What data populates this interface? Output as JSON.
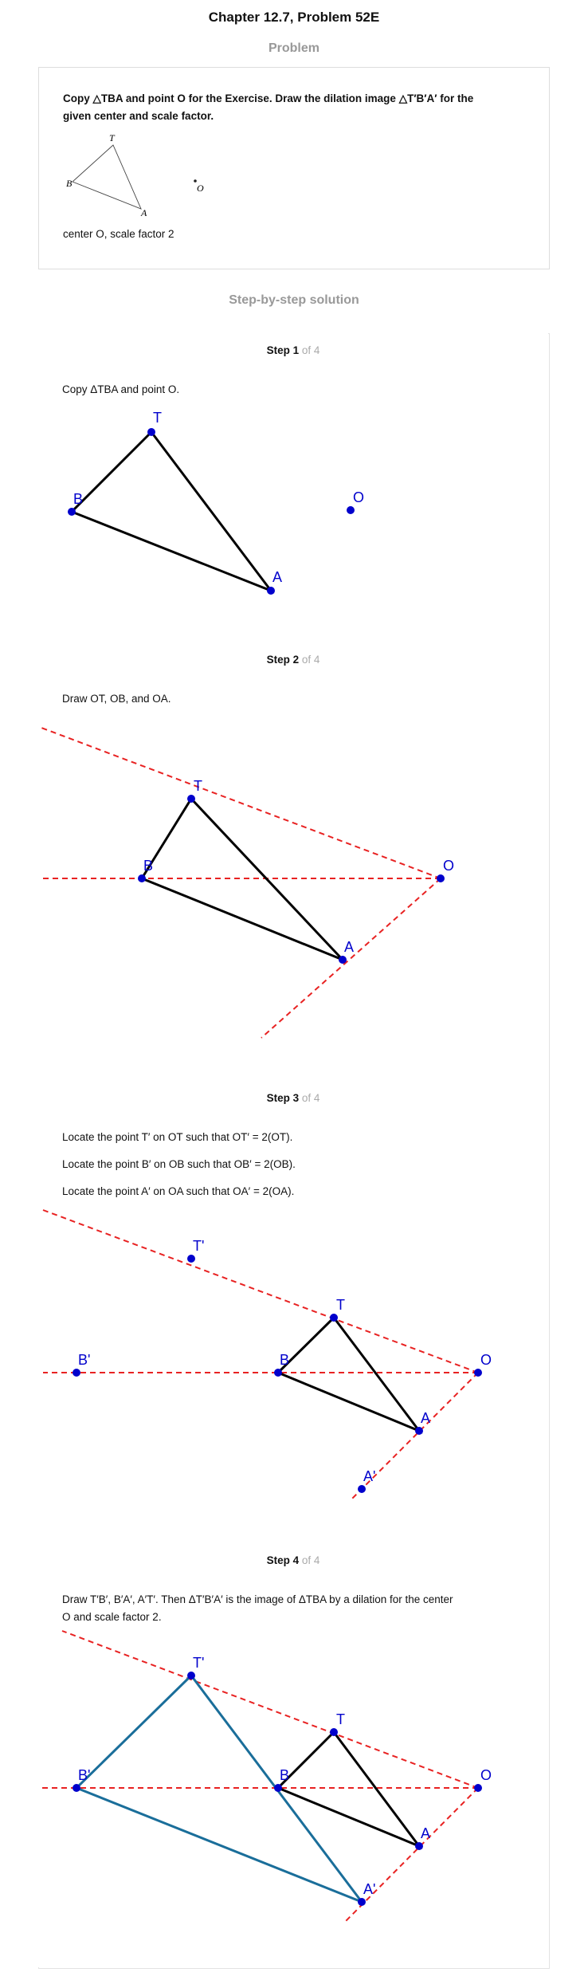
{
  "page": {
    "title": "Chapter 12.7, Problem 52E"
  },
  "problem": {
    "heading": "Problem",
    "text_line1": "Copy △TBA and point O for the Exercise. Draw the dilation image △T′B′A′ for the",
    "text_line2": "given center and scale factor.",
    "figure_labels": {
      "T": "T",
      "B": "B",
      "A": "A",
      "O": "O"
    },
    "caption": "center O, scale factor 2"
  },
  "solution": {
    "heading": "Step-by-step solution",
    "steps": [
      {
        "label": "Step 1",
        "of": " of 4",
        "text": "Copy  ΔTBA  and point  O.",
        "points": {
          "T": "T",
          "B": "B",
          "A": "A",
          "O": "O"
        }
      },
      {
        "label": "Step 2",
        "of": " of 4",
        "text": "Draw  OT, OB, and OA.",
        "points": {
          "T": "T",
          "B": "B",
          "A": "A",
          "O": "O"
        }
      },
      {
        "label": "Step 3",
        "of": " of 4",
        "line1": "Locate the point  T′  on  OT  such that  OT′ = 2(OT).",
        "line2": "Locate the point  B′  on  OB  such that  OB′ = 2(OB).",
        "line3": "Locate the point  A′  on  OA  such that  OA′ = 2(OA).",
        "points": {
          "T": "T",
          "B": "B",
          "A": "A",
          "O": "O",
          "Tp": "T'",
          "Bp": "B'",
          "Ap": "A'"
        }
      },
      {
        "label": "Step 4",
        "of": " of 4",
        "line1": "Draw  T′B′, B′A′, A′T′. Then  ΔT′B′A′  is the image of  ΔTBA  by a dilation for the center",
        "line2": "O  and scale factor  2.",
        "points": {
          "T": "T",
          "B": "B",
          "A": "A",
          "O": "O",
          "Tp": "T'",
          "Bp": "B'",
          "Ap": "A'"
        }
      }
    ]
  },
  "colors": {
    "point": "#0000cc",
    "ray": "#e82222",
    "image_triangle": "#1a6e9a",
    "heading_gray": "#999999"
  }
}
